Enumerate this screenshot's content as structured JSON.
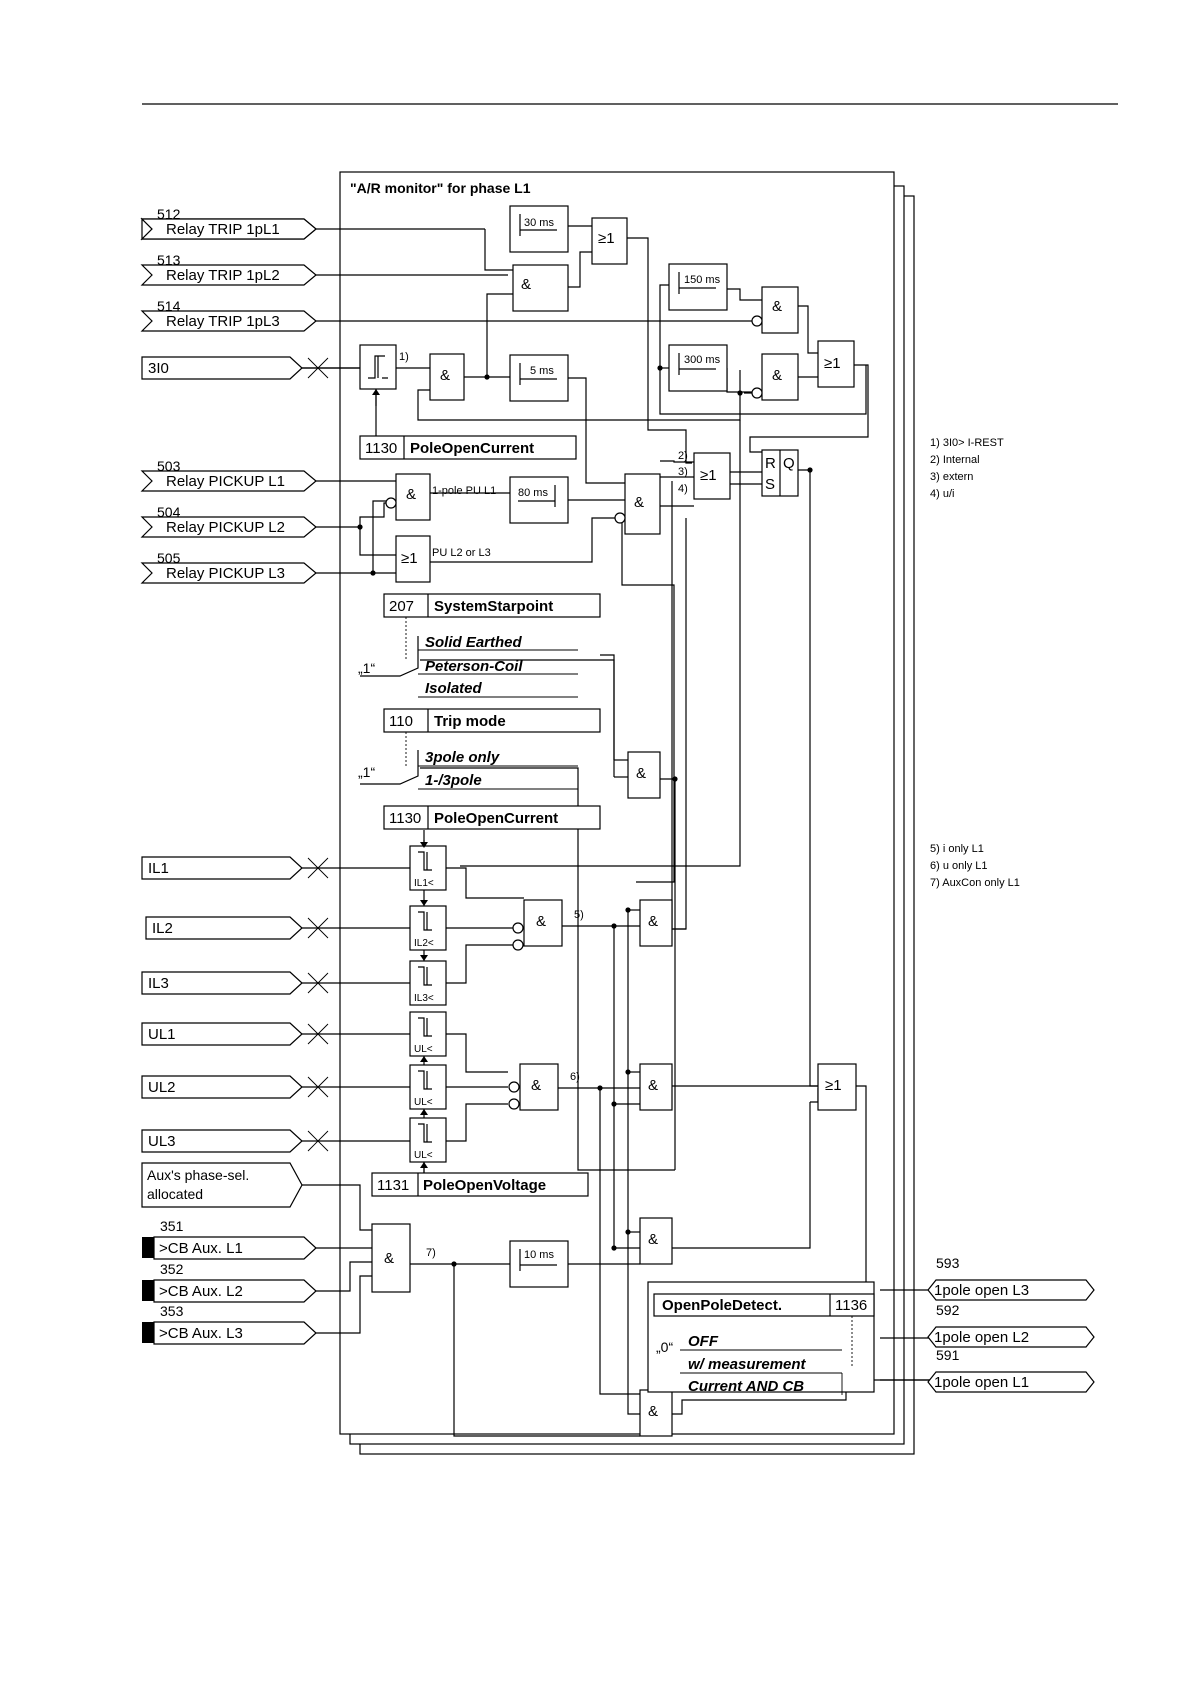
{
  "title": "\"A/R monitor\" for phase L1",
  "trip_inputs": [
    {
      "number": "512",
      "label": "Relay TRIP 1pL1"
    },
    {
      "number": "513",
      "label": "Relay TRIP 1pL2"
    },
    {
      "number": "514",
      "label": "Relay TRIP 1pL3"
    }
  ],
  "current_3i0": "3I0",
  "pickup_inputs": [
    {
      "number": "503",
      "label": "Relay PICKUP L1"
    },
    {
      "number": "504",
      "label": "Relay PICKUP L2"
    },
    {
      "number": "505",
      "label": "Relay PICKUP L3"
    }
  ],
  "phase_inputs": [
    "IL1",
    "IL2",
    "IL3",
    "UL1",
    "UL2",
    "UL3"
  ],
  "aux_selection": "Aux's phase-sel. allocated",
  "cb_inputs": [
    {
      "number": "351",
      "label": ">CB Aux. L1"
    },
    {
      "number": "352",
      "label": ">CB Aux. L2"
    },
    {
      "number": "353",
      "label": ">CB Aux. L3"
    }
  ],
  "outputs": [
    {
      "number": "593",
      "label": "1pole open L3"
    },
    {
      "number": "592",
      "label": "1pole open L2"
    },
    {
      "number": "591",
      "label": "1pole open L1"
    }
  ],
  "params": {
    "pole_open_current": {
      "number": "1130",
      "name": "PoleOpenCurrent"
    },
    "system_starpoint": {
      "number": "207",
      "name": "SystemStarpoint",
      "options": [
        "Solid Earthed",
        "Peterson-Coil",
        "Isolated"
      ],
      "default": "„1“"
    },
    "trip_mode": {
      "number": "110",
      "name": "Trip mode",
      "options": [
        "3pole only",
        "1-/3pole"
      ],
      "default": "„1“"
    },
    "pole_open_current_2": {
      "number": "1130",
      "name": "PoleOpenCurrent"
    },
    "pole_open_voltage": {
      "number": "1131",
      "name": "PoleOpenVoltage"
    },
    "open_pole_detect": {
      "number": "1136",
      "name": "OpenPoleDetect.",
      "options": [
        "OFF",
        "w/ measurement",
        "Current AND CB"
      ],
      "default": "„0“"
    }
  },
  "timers": {
    "t30": "30 ms",
    "t5": "5 ms",
    "t150": "150 ms",
    "t300": "300 ms",
    "t80": "80 ms",
    "t10": "10 ms"
  },
  "gates": {
    "and": "&",
    "or": "≥1"
  },
  "flipflop": {
    "r": "R",
    "q": "Q",
    "s": "S"
  },
  "signals": {
    "pu_l1": "1-pole PU L1",
    "pu_l2_l3": "PU L2 or L3"
  },
  "comparators": [
    "IL1<",
    "IL2<",
    "IL3<",
    "UL<",
    "UL<",
    "UL<"
  ],
  "marks": {
    "m1": "1)",
    "m2": "2)",
    "m3": "3)",
    "m4": "4)",
    "m5": "5)",
    "m6": "6)",
    "m7": "7)"
  },
  "notes_1": [
    "1)  3I0> I-REST",
    "2)  Internal",
    "3)  extern",
    "4)  u/i"
  ],
  "notes_2": [
    "5) i only L1",
    "6) u only L1",
    "7) AuxCon only L1"
  ]
}
